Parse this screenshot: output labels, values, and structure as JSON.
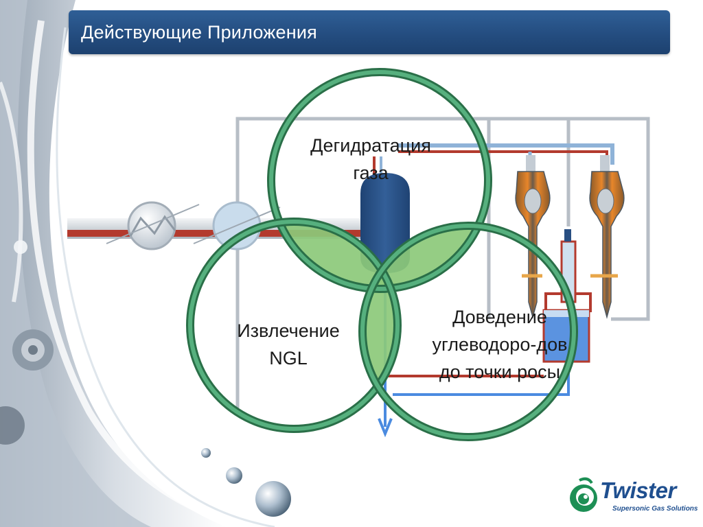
{
  "header": {
    "title": "Действующие Приложения"
  },
  "diagram": {
    "circles": [
      {
        "id": "dehydration",
        "lines": [
          "Дегидратация",
          "газа"
        ]
      },
      {
        "id": "ngl",
        "lines": [
          "Извлечение",
          "NGL"
        ]
      },
      {
        "id": "dewpoint",
        "lines": [
          "Доведение",
          "углеводоро-дов",
          "до точки росы"
        ]
      }
    ]
  },
  "logo": {
    "name": "Twister",
    "tagline": "Supersonic Gas Solutions"
  },
  "colors": {
    "title_bar": "#244d80",
    "ring": "#3d9a67",
    "overlap_fill": "#8cc97a",
    "vessel": "#284f82",
    "pipe_red": "#b33a2e",
    "pipe_blue": "#4b8be0",
    "frame": "#b7bec6"
  }
}
